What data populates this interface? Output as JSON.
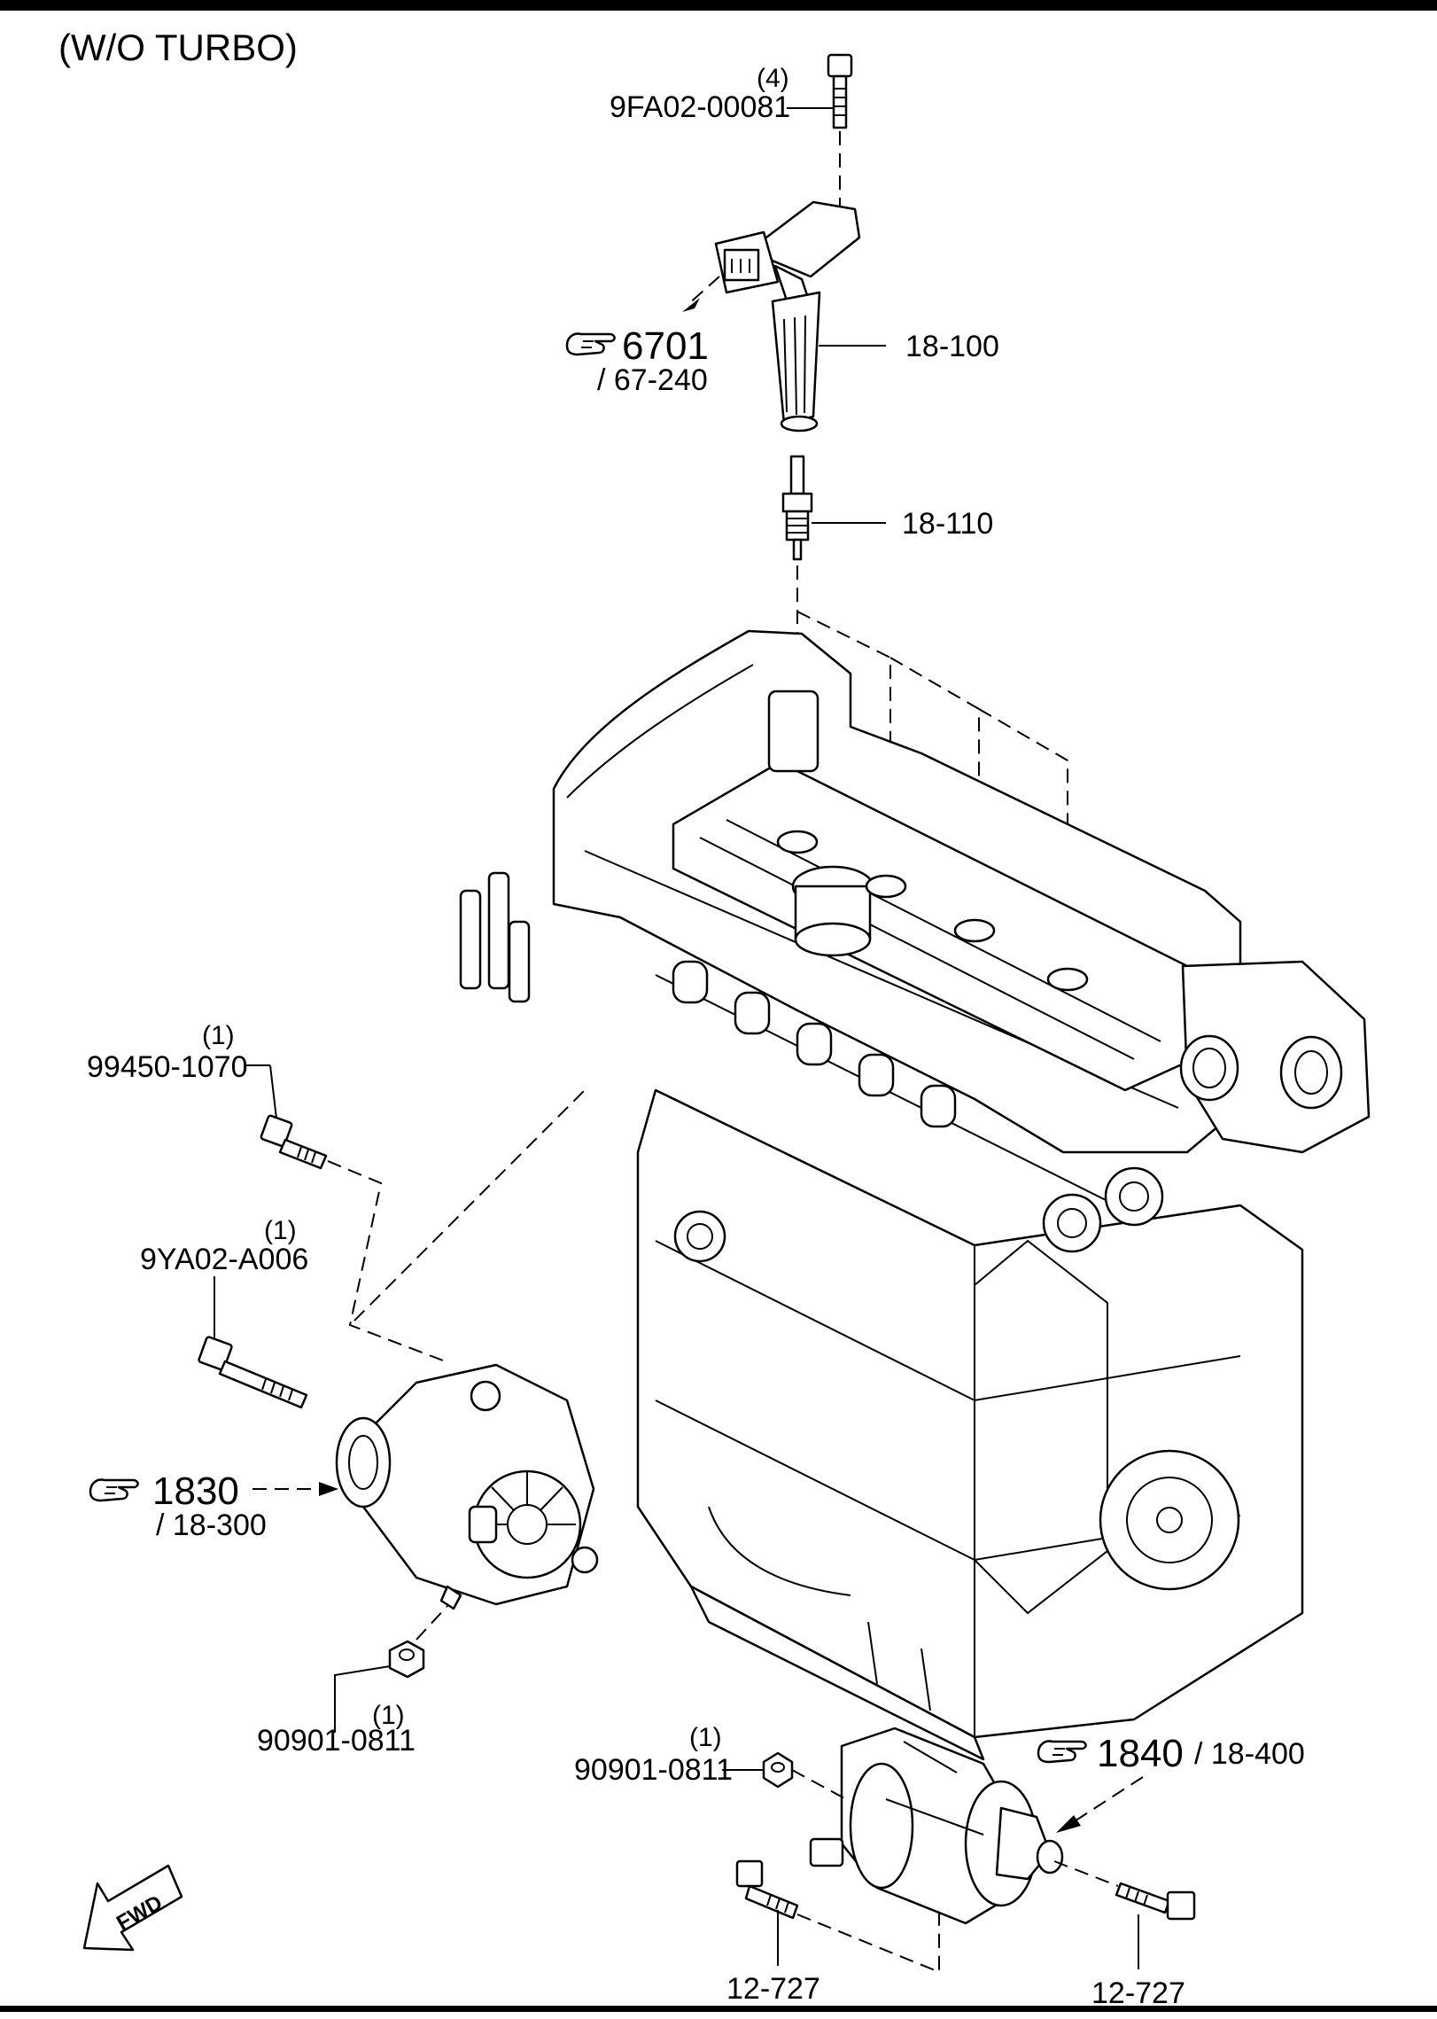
{
  "diagram": {
    "title": "(W/O TURBO)",
    "callouts": {
      "bolt_top": {
        "qty": "(4)",
        "part": "9FA02-00081"
      },
      "coil": {
        "part": "18-100"
      },
      "coil_ref": {
        "number": "6701",
        "sub": "/ 67-240"
      },
      "plug": {
        "part": "18-110"
      },
      "alt_bolt_upper": {
        "qty": "(1)",
        "part": "99450-1070"
      },
      "alt_bolt_lower": {
        "qty": "(1)",
        "part": "9YA02-A006"
      },
      "alt_ref": {
        "number": "1830",
        "sub": "/ 18-300"
      },
      "alt_nut": {
        "qty": "(1)",
        "part": "90901-0811"
      },
      "starter_nut": {
        "qty": "(1)",
        "part": "90901-0811"
      },
      "starter_ref": {
        "number": "1840",
        "sub": "/ 18-400"
      },
      "starter_bolt_left": {
        "part": "12-727"
      },
      "starter_bolt_right": {
        "part": "12-727"
      }
    },
    "fwd_label": "FWD",
    "icons": [
      "hand-pointer-icon",
      "fwd-arrow-icon"
    ]
  }
}
